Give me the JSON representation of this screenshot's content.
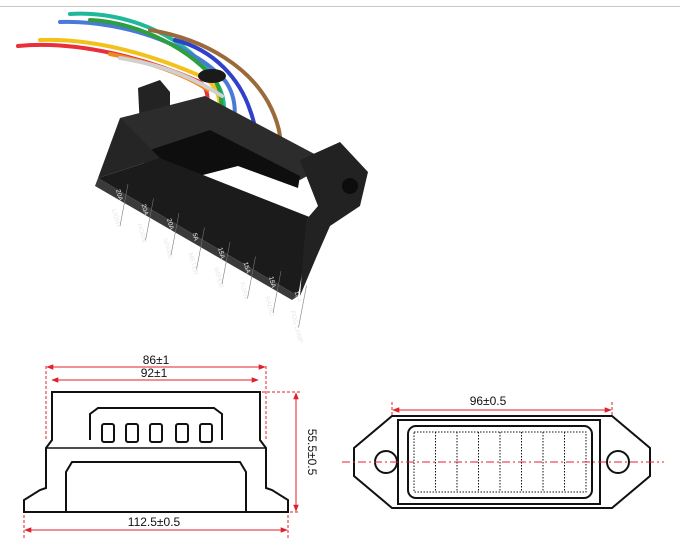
{
  "photo": {
    "fuse_labels": [
      {
        "name": "LIGHT",
        "rating": "20A"
      },
      {
        "name": "HORN",
        "rating": "20A"
      },
      {
        "name": "SPARE",
        "rating": "20A"
      },
      {
        "name": "METER",
        "rating": "5A"
      },
      {
        "name": "WIPER",
        "rating": "15A"
      },
      {
        "name": "TURN",
        "rating": "15A"
      },
      {
        "name": "RADIO",
        "rating": "15A"
      },
      {
        "name": "FOG LAMP",
        "rating": "15A"
      }
    ],
    "wire_colors": [
      "#1fb89a",
      "#e8303a",
      "#f2c21a",
      "#4a7ad8",
      "#2e9f3e",
      "#f08a1c",
      "#9a6a3a",
      "#3040c8",
      "#d0d0d0"
    ]
  },
  "side_view": {
    "dim_top": "86±1",
    "dim_mid": "92±1",
    "dim_bottom": "112.5±0.5",
    "dim_height": "55.5±0.5"
  },
  "top_view": {
    "dim_width": "96±0.5"
  },
  "colors": {
    "dimension_line": "#e0202a",
    "outline": "#111111",
    "body": "#1d1d1d"
  }
}
